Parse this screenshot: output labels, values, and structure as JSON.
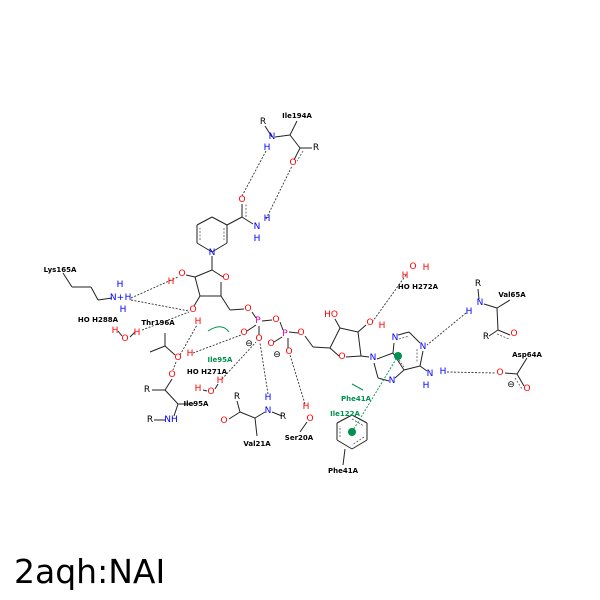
{
  "title": "2aqh:NAI",
  "atoms": {
    "O": "O",
    "N": "N",
    "H": "H",
    "P": "P",
    "R": "R",
    "NH": "NH",
    "HO": "HO",
    "Nplus": "N+",
    "minus": "⊖"
  },
  "residues": {
    "ile194": "Ile194A",
    "lys165": "Lys165A",
    "hoh288": "HO H288A",
    "thr196": "Thr196A",
    "ile95_green": "Ile95A",
    "hoh271": "HO H271A",
    "ile95": "Ile95A",
    "val21": "Val21A",
    "ser20": "Ser20A",
    "hoh272": "HO H272A",
    "val65": "Val65A",
    "asp64": "Asp64A",
    "phe41_green": "Phe41A",
    "ile122_green": "Ile122A",
    "phe41": "Phe41A"
  },
  "colors": {
    "O": "#ff0000",
    "N": "#0000ff",
    "H_polar": "#ff0000",
    "H_amine": "#0000ff",
    "P": "#e000a0",
    "carbon": "#000000",
    "hydrophobic": "#009050"
  }
}
